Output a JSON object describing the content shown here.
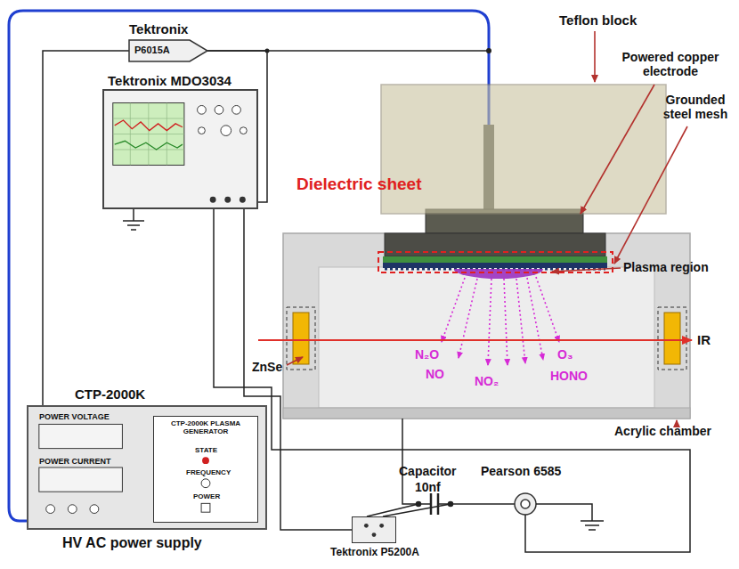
{
  "diagram": {
    "nodes": [
      {
        "text": [
          "CTP-2000K",
          "POWER VOLTAGE",
          "POWER CURRENT",
          "HV AC power supply"
        ]
      },
      {
        "text": [
          "CTP-2000K PLASMA GENERATOR",
          "STATE",
          "FREQUENCY",
          "POWER"
        ],
        "in": 0
      },
      {
        "text": [
          "Tektronix",
          "P6015A"
        ]
      },
      {
        "text": [
          "Tektronix MDO3034"
        ]
      },
      {
        "text": [
          "Tektronix P5200A"
        ]
      }
    ],
    "edges": [
      {
        "from": 0,
        "to": 2,
        "arrow": "none"
      },
      {
        "from": 2,
        "to": 3,
        "arrow": "none"
      },
      {
        "from": 4,
        "to": 3,
        "arrow": "none"
      }
    ],
    "labels": [
      "Teflon block",
      "Powered copper electrode",
      "Dielectric sheet",
      "Grounded steel mesh",
      "Plasma region",
      "IR",
      "N₂O",
      "NO",
      "NO₂",
      "O₃",
      "HONO",
      "ZnSe",
      "Acrylic chamber",
      "Capacitor",
      "10nf",
      "Pearson 6585"
    ]
  }
}
